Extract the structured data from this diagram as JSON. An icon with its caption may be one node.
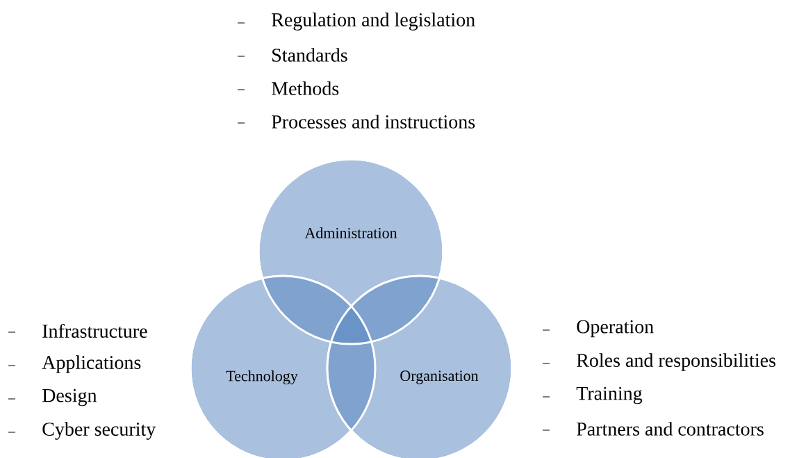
{
  "diagram": {
    "nodes": [
      {
        "text": [
          "Administration"
        ]
      },
      {
        "text": [
          "Technology"
        ]
      },
      {
        "text": [
          "Organisation"
        ]
      }
    ],
    "labels": [
      "Regulation and legislation",
      "Standards",
      "Methods",
      "Processes and instructions",
      "Infrastructure",
      "Applications",
      "Design",
      "Cyber security",
      "Operation",
      "Roles and responsibilities",
      "Training",
      "Partners and contractors"
    ]
  }
}
